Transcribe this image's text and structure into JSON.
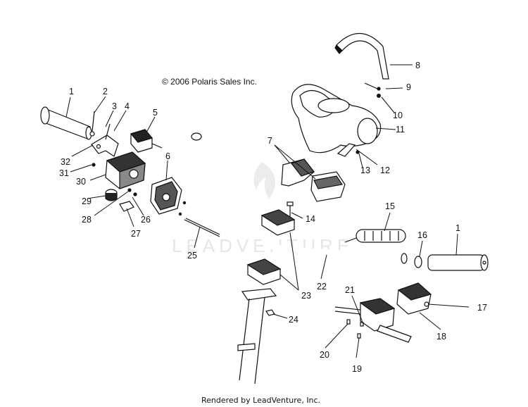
{
  "copyright": "© 2006 Polaris Sales Inc.",
  "footer": "Rendered by LeadVenture, Inc.",
  "watermark": "LEADVENTURE",
  "callouts": {
    "c1a": "1",
    "c2": "2",
    "c3": "3",
    "c4": "4",
    "c5": "5",
    "c6": "6",
    "c7": "7",
    "c8": "8",
    "c9": "9",
    "c10": "10",
    "c11": "11",
    "c12": "12",
    "c13": "13",
    "c14": "14",
    "c15": "15",
    "c16": "16",
    "c1b": "1",
    "c17": "17",
    "c18": "18",
    "c19": "19",
    "c20": "20",
    "c21": "21",
    "c22": "22",
    "c23": "23",
    "c24": "24",
    "c25": "25",
    "c26": "26",
    "c27": "27",
    "c28": "28",
    "c29": "29",
    "c30": "30",
    "c31": "31",
    "c32": "32"
  }
}
